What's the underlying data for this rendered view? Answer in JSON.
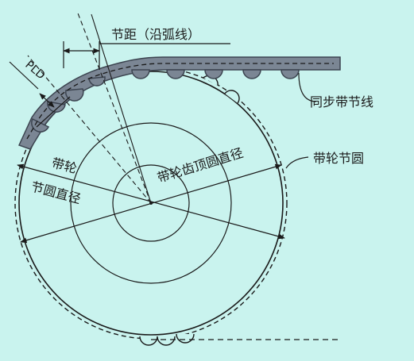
{
  "labels": {
    "pitch_arc": "节距（沿弧线）",
    "pld": "PLD",
    "belt_pitch_line": "同步带节线",
    "pulley_pitch_circle": "带轮节圆",
    "pulley_tip_diameter": "带轮齿顶圆直径",
    "pulley_line1": "带轮",
    "pitch_diameter": "节圆直径"
  },
  "colors": {
    "background": "#c9f3ee",
    "belt": "#7b8694",
    "belt_edge": "#3c4450",
    "line": "#1a1a1a"
  }
}
